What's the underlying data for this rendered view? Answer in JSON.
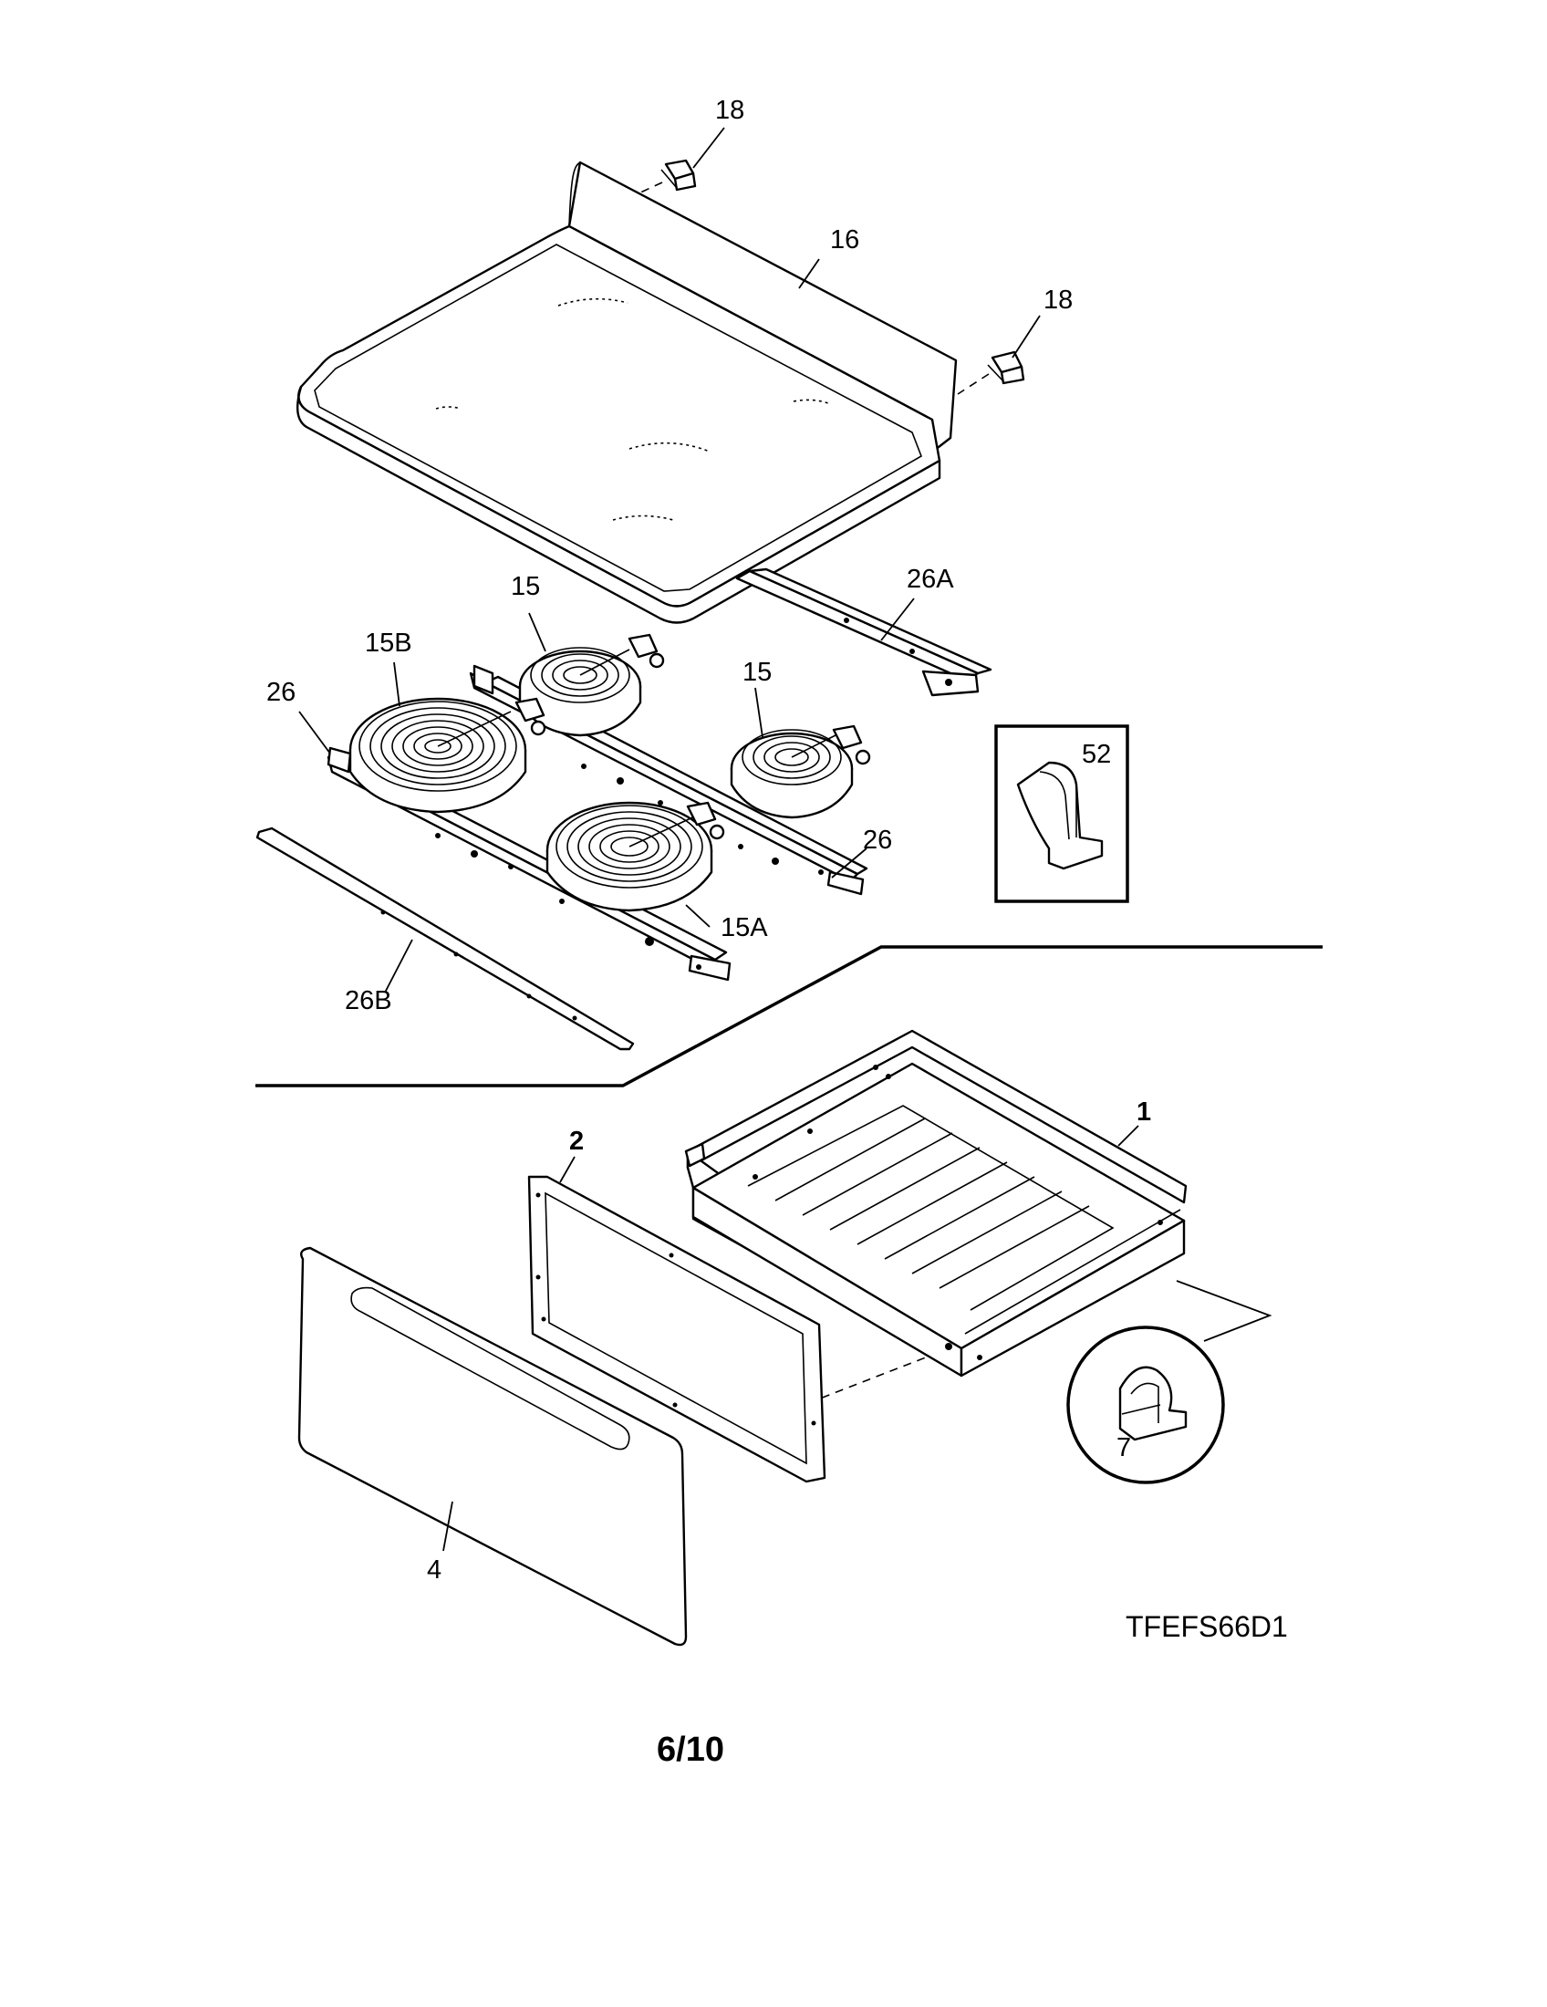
{
  "diagram": {
    "callouts": {
      "c18_top": "18",
      "c16": "16",
      "c18_right": "18",
      "c26A": "26A",
      "c15_left": "15",
      "c15B": "15B",
      "c26_left": "26",
      "c15_right": "15",
      "c52": "52",
      "c26_right": "26",
      "c15A": "15A",
      "c26B": "26B",
      "c1": "1",
      "c2": "2",
      "c4": "4",
      "c7": "7"
    },
    "model_code": "TFEFS66D1",
    "page_number": "6/10"
  }
}
